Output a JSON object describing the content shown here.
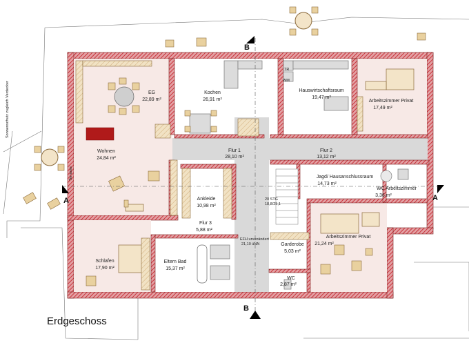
{
  "title": "Erdgeschoss",
  "section_markers": {
    "b_label": "B",
    "a_label": "A"
  },
  "rooms": {
    "eg": {
      "name": "EG",
      "area": "22,89 m²"
    },
    "kochen": {
      "name": "Kochen",
      "area": "26,91 m²"
    },
    "hauswirtschaft": {
      "name": "Hauswirtschaftsraum",
      "area": "19,47 m²"
    },
    "arbeit_privat_top": {
      "name": "Arbeitszimmer Privat",
      "area": "17,49 m²"
    },
    "wohnen": {
      "name": "Wohnen",
      "area": "24,84 m²"
    },
    "flur1": {
      "name": "Flur 1",
      "area": "28,10 m²"
    },
    "flur2": {
      "name": "Flur 2",
      "area": "13,12 m²"
    },
    "jagd": {
      "name": "Jagd/ Hausanschlussraum",
      "area": "14,73 m²"
    },
    "wc_arbeit": {
      "name": "WC Arbeitszimmer",
      "area": "3,36 m²"
    },
    "ankleide": {
      "name": "Ankleide",
      "area": "10,98 m²"
    },
    "flur3": {
      "name": "Flur 3",
      "area": "5,88 m²"
    },
    "arbeit_privat_bottom": {
      "name": "Arbeitszimmer Privat",
      "area": "21,24 m²"
    },
    "schlafen": {
      "name": "Schlafen",
      "area": "17,90 m²"
    },
    "eltern_bad": {
      "name": "Eltern Bad",
      "area": "15,37 m²"
    },
    "garderobe": {
      "name": "Garderobe",
      "area": "5,03 m²"
    },
    "wc": {
      "name": "WC",
      "area": "2,87 m²"
    }
  },
  "labels": {
    "terrasse": "Terrasse",
    "tr": "TR",
    "wm": "WM",
    "stair_line1": "20 STG",
    "stair_line2": "18,8/25,1",
    "efh_line1": "EFH unverändert",
    "efh_line2": "21,10 üNN",
    "side_note": "Sonnenschutz zugleich Verdecker"
  },
  "colors": {
    "brick": "#c8323a",
    "floor_light": "#f7e9e6",
    "hall": "#d9d9d9",
    "wood": "#f3e4c8"
  },
  "icons": [
    "north-arrow-b-top",
    "north-arrow-b-bottom",
    "section-arrow-a-left",
    "section-arrow-a-right"
  ]
}
